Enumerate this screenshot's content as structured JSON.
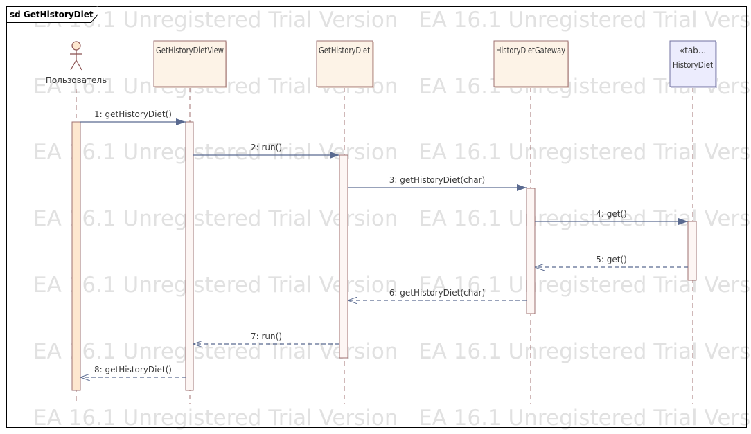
{
  "diagram": {
    "title": "sd GetHistoryDiet",
    "watermark_text": "EA 16.1 Unregistered Trial Version",
    "actor": {
      "name": "Пользователь"
    },
    "lifelines": [
      {
        "id": "view",
        "name": "GetHistoryDietView"
      },
      {
        "id": "usecase",
        "name": "GetHistoryDiet"
      },
      {
        "id": "gateway",
        "name": "HistoryDietGateway"
      },
      {
        "id": "table",
        "stereotype": "«tab...",
        "name": "HistoryDiet"
      }
    ],
    "messages": [
      {
        "label": "1: getHistoryDiet()",
        "from": "actor",
        "to": "view",
        "kind": "sync"
      },
      {
        "label": "2: run()",
        "from": "view",
        "to": "usecase",
        "kind": "sync"
      },
      {
        "label": "3: getHistoryDiet(char)",
        "from": "usecase",
        "to": "gateway",
        "kind": "sync"
      },
      {
        "label": "4: get()",
        "from": "gateway",
        "to": "table",
        "kind": "sync"
      },
      {
        "label": "5: get()",
        "from": "table",
        "to": "gateway",
        "kind": "return"
      },
      {
        "label": "6: getHistoryDiet(char)",
        "from": "gateway",
        "to": "usecase",
        "kind": "return"
      },
      {
        "label": "7: run()",
        "from": "usecase",
        "to": "view",
        "kind": "return"
      },
      {
        "label": "8: getHistoryDiet()",
        "from": "view",
        "to": "actor",
        "kind": "return"
      }
    ],
    "colors": {
      "participant_fill": "#fdf3e7",
      "participant_border": "#9e7070",
      "table_fill": "#ececfd",
      "table_border": "#7070a0",
      "lifeline": "#a07070",
      "activation_fill": "#fdf6f4",
      "actor_activation_fill": "#fde7cf",
      "message_line": "#5a6a90"
    }
  }
}
